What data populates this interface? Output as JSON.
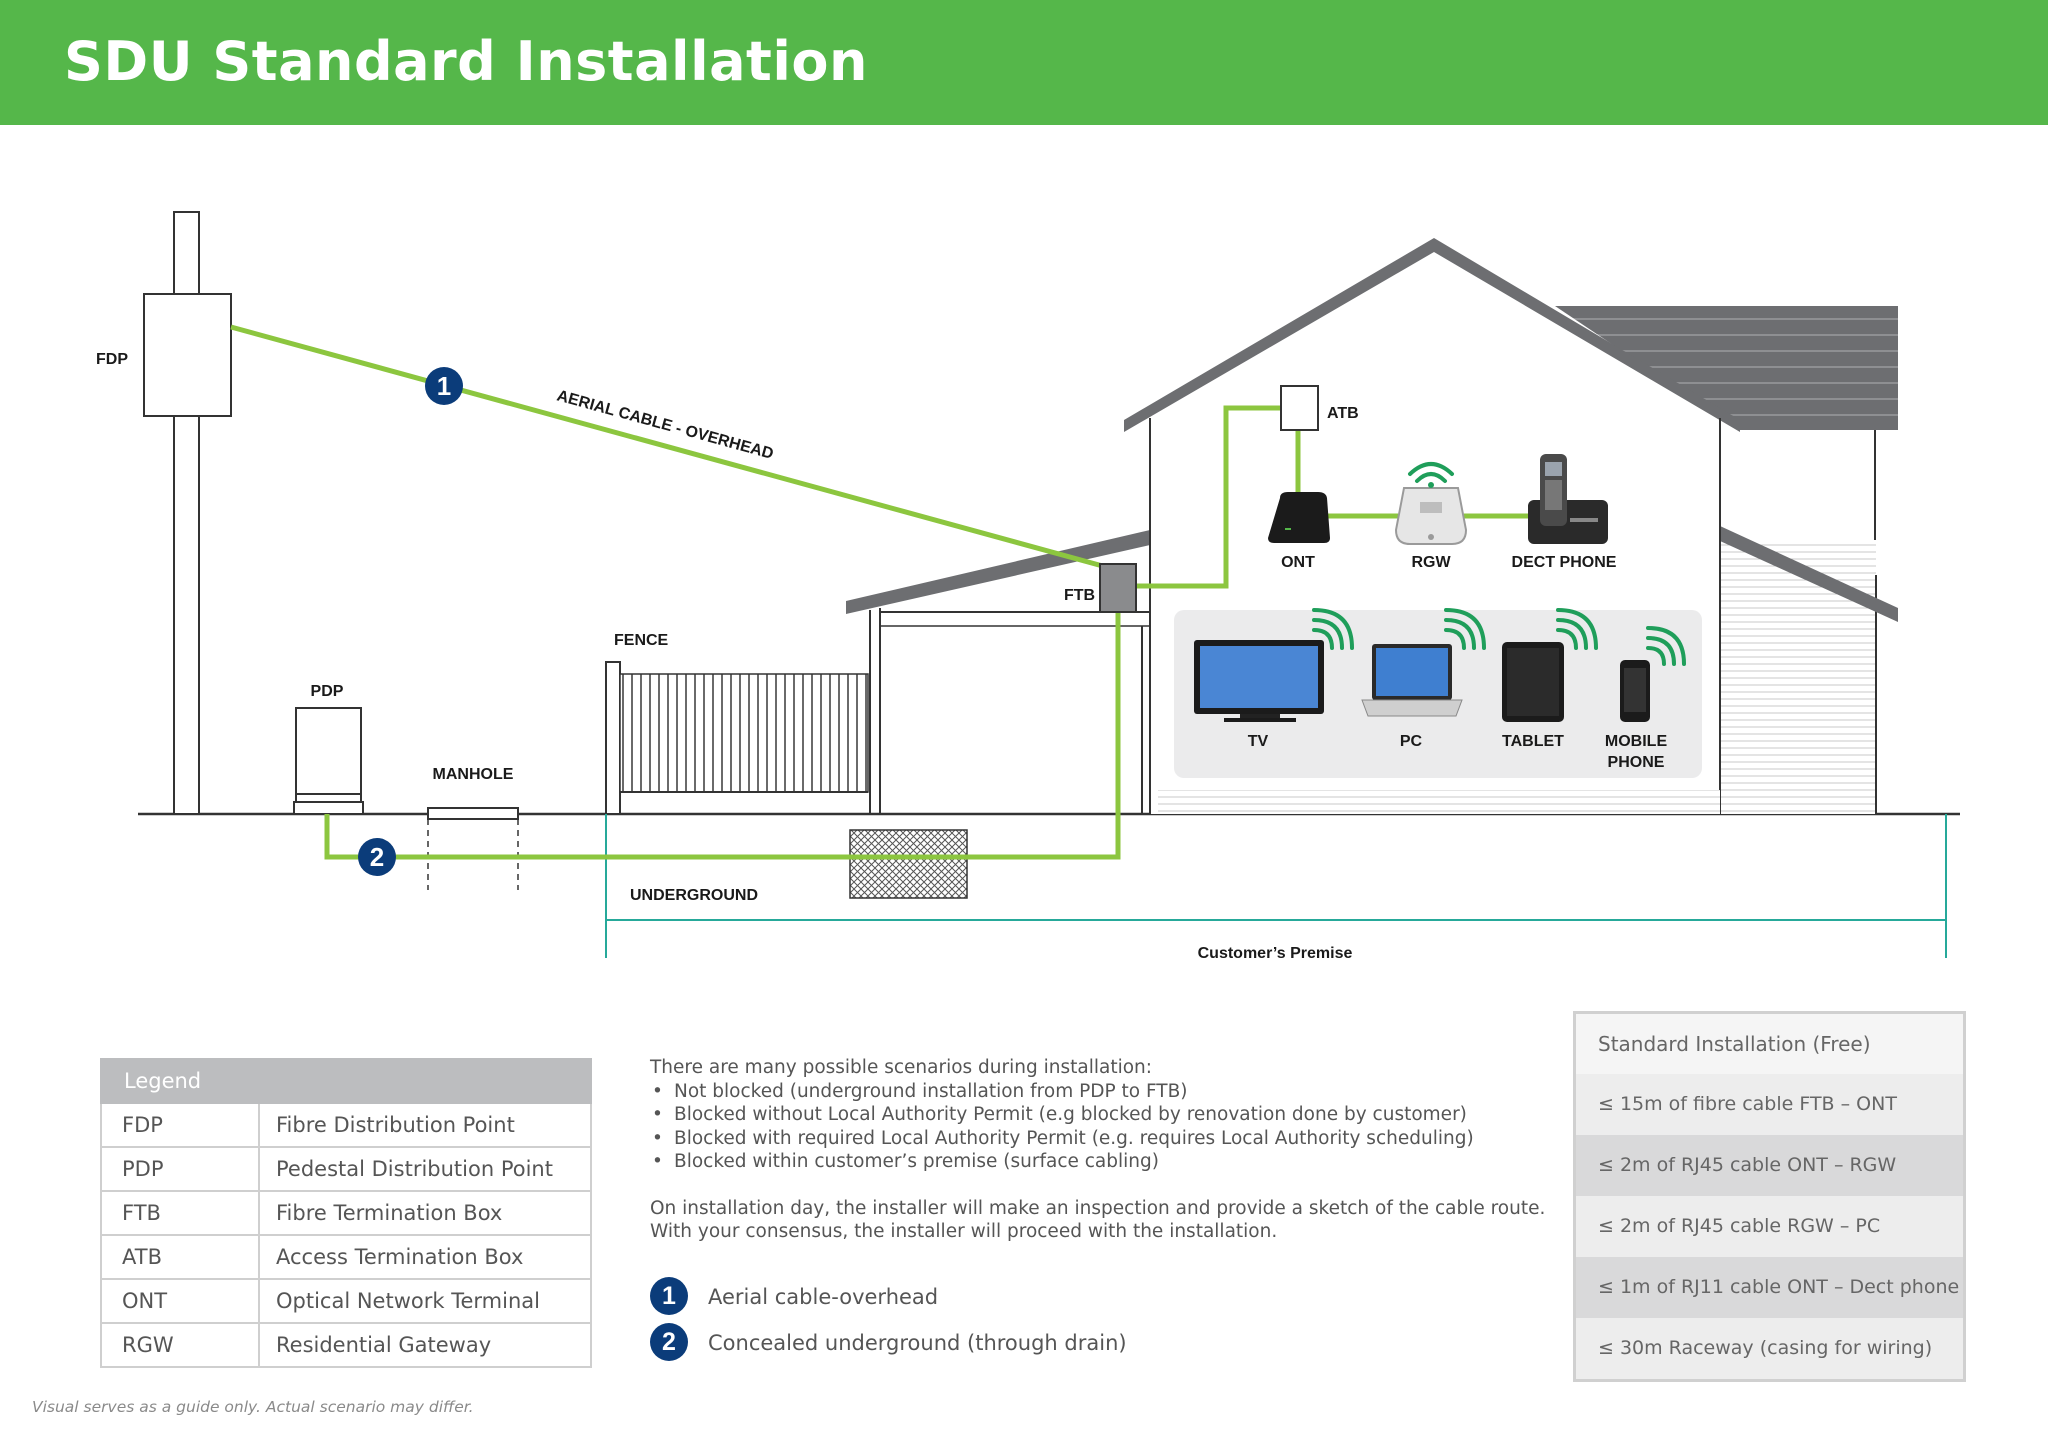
{
  "title": "SDU Standard Installation",
  "colors": {
    "header_green": "#55b74a",
    "cable_green": "#8cc63f",
    "badge_blue": "#0b3c7a",
    "premise_teal": "#26a99a",
    "wifi_green": "#1f9e5a"
  },
  "diagram": {
    "labels": {
      "fdp": "FDP",
      "pdp": "PDP",
      "manhole": "MANHOLE",
      "fence": "FENCE",
      "ftb": "FTB",
      "atb": "ATB",
      "aerial": "AERIAL CABLE - OVERHEAD",
      "underground": "UNDERGROUND",
      "premise": "Customer’s Premise"
    },
    "devices": {
      "ont": "ONT",
      "rgw": "RGW",
      "dect": "DECT PHONE",
      "tv": "TV",
      "pc": "PC",
      "tablet": "TABLET",
      "mobile_line1": "MOBILE",
      "mobile_line2": "PHONE"
    },
    "badges": [
      "1",
      "2"
    ]
  },
  "legend": {
    "header": "Legend",
    "rows": [
      {
        "abbr": "FDP",
        "full": "Fibre Distribution Point"
      },
      {
        "abbr": "PDP",
        "full": "Pedestal Distribution Point"
      },
      {
        "abbr": "FTB",
        "full": "Fibre Termination Box"
      },
      {
        "abbr": "ATB",
        "full": "Access Termination Box"
      },
      {
        "abbr": "ONT",
        "full": "Optical Network Terminal"
      },
      {
        "abbr": "RGW",
        "full": "Residential Gateway"
      }
    ]
  },
  "notes": {
    "intro": "There are many possible scenarios during installation:",
    "bullets": [
      "Not blocked (underground installation from PDP to FTB)",
      "Blocked without Local Authority Permit (e.g blocked by renovation done by customer)",
      "Blocked with required Local Authority Permit (e.g. requires Local Authority scheduling)",
      "Blocked within customer’s premise (surface cabling)"
    ],
    "para1": "On installation day, the installer will make an inspection and provide a sketch of the cable route.",
    "para2": "With your consensus, the installer will proceed with the installation."
  },
  "key": [
    {
      "num": "1",
      "label": "Aerial cable-overhead"
    },
    {
      "num": "2",
      "label": "Concealed underground (through drain)"
    }
  ],
  "standard": {
    "header": "Standard Installation (Free)",
    "rows": [
      "≤ 15m of fibre cable FTB – ONT",
      "≤ 2m of RJ45 cable ONT – RGW",
      "≤ 2m of RJ45 cable RGW – PC",
      "≤ 1m of RJ11 cable ONT – Dect phone",
      "≤ 30m Raceway (casing for wiring)"
    ]
  },
  "footnote": "Visual serves as a guide only. Actual scenario may differ."
}
